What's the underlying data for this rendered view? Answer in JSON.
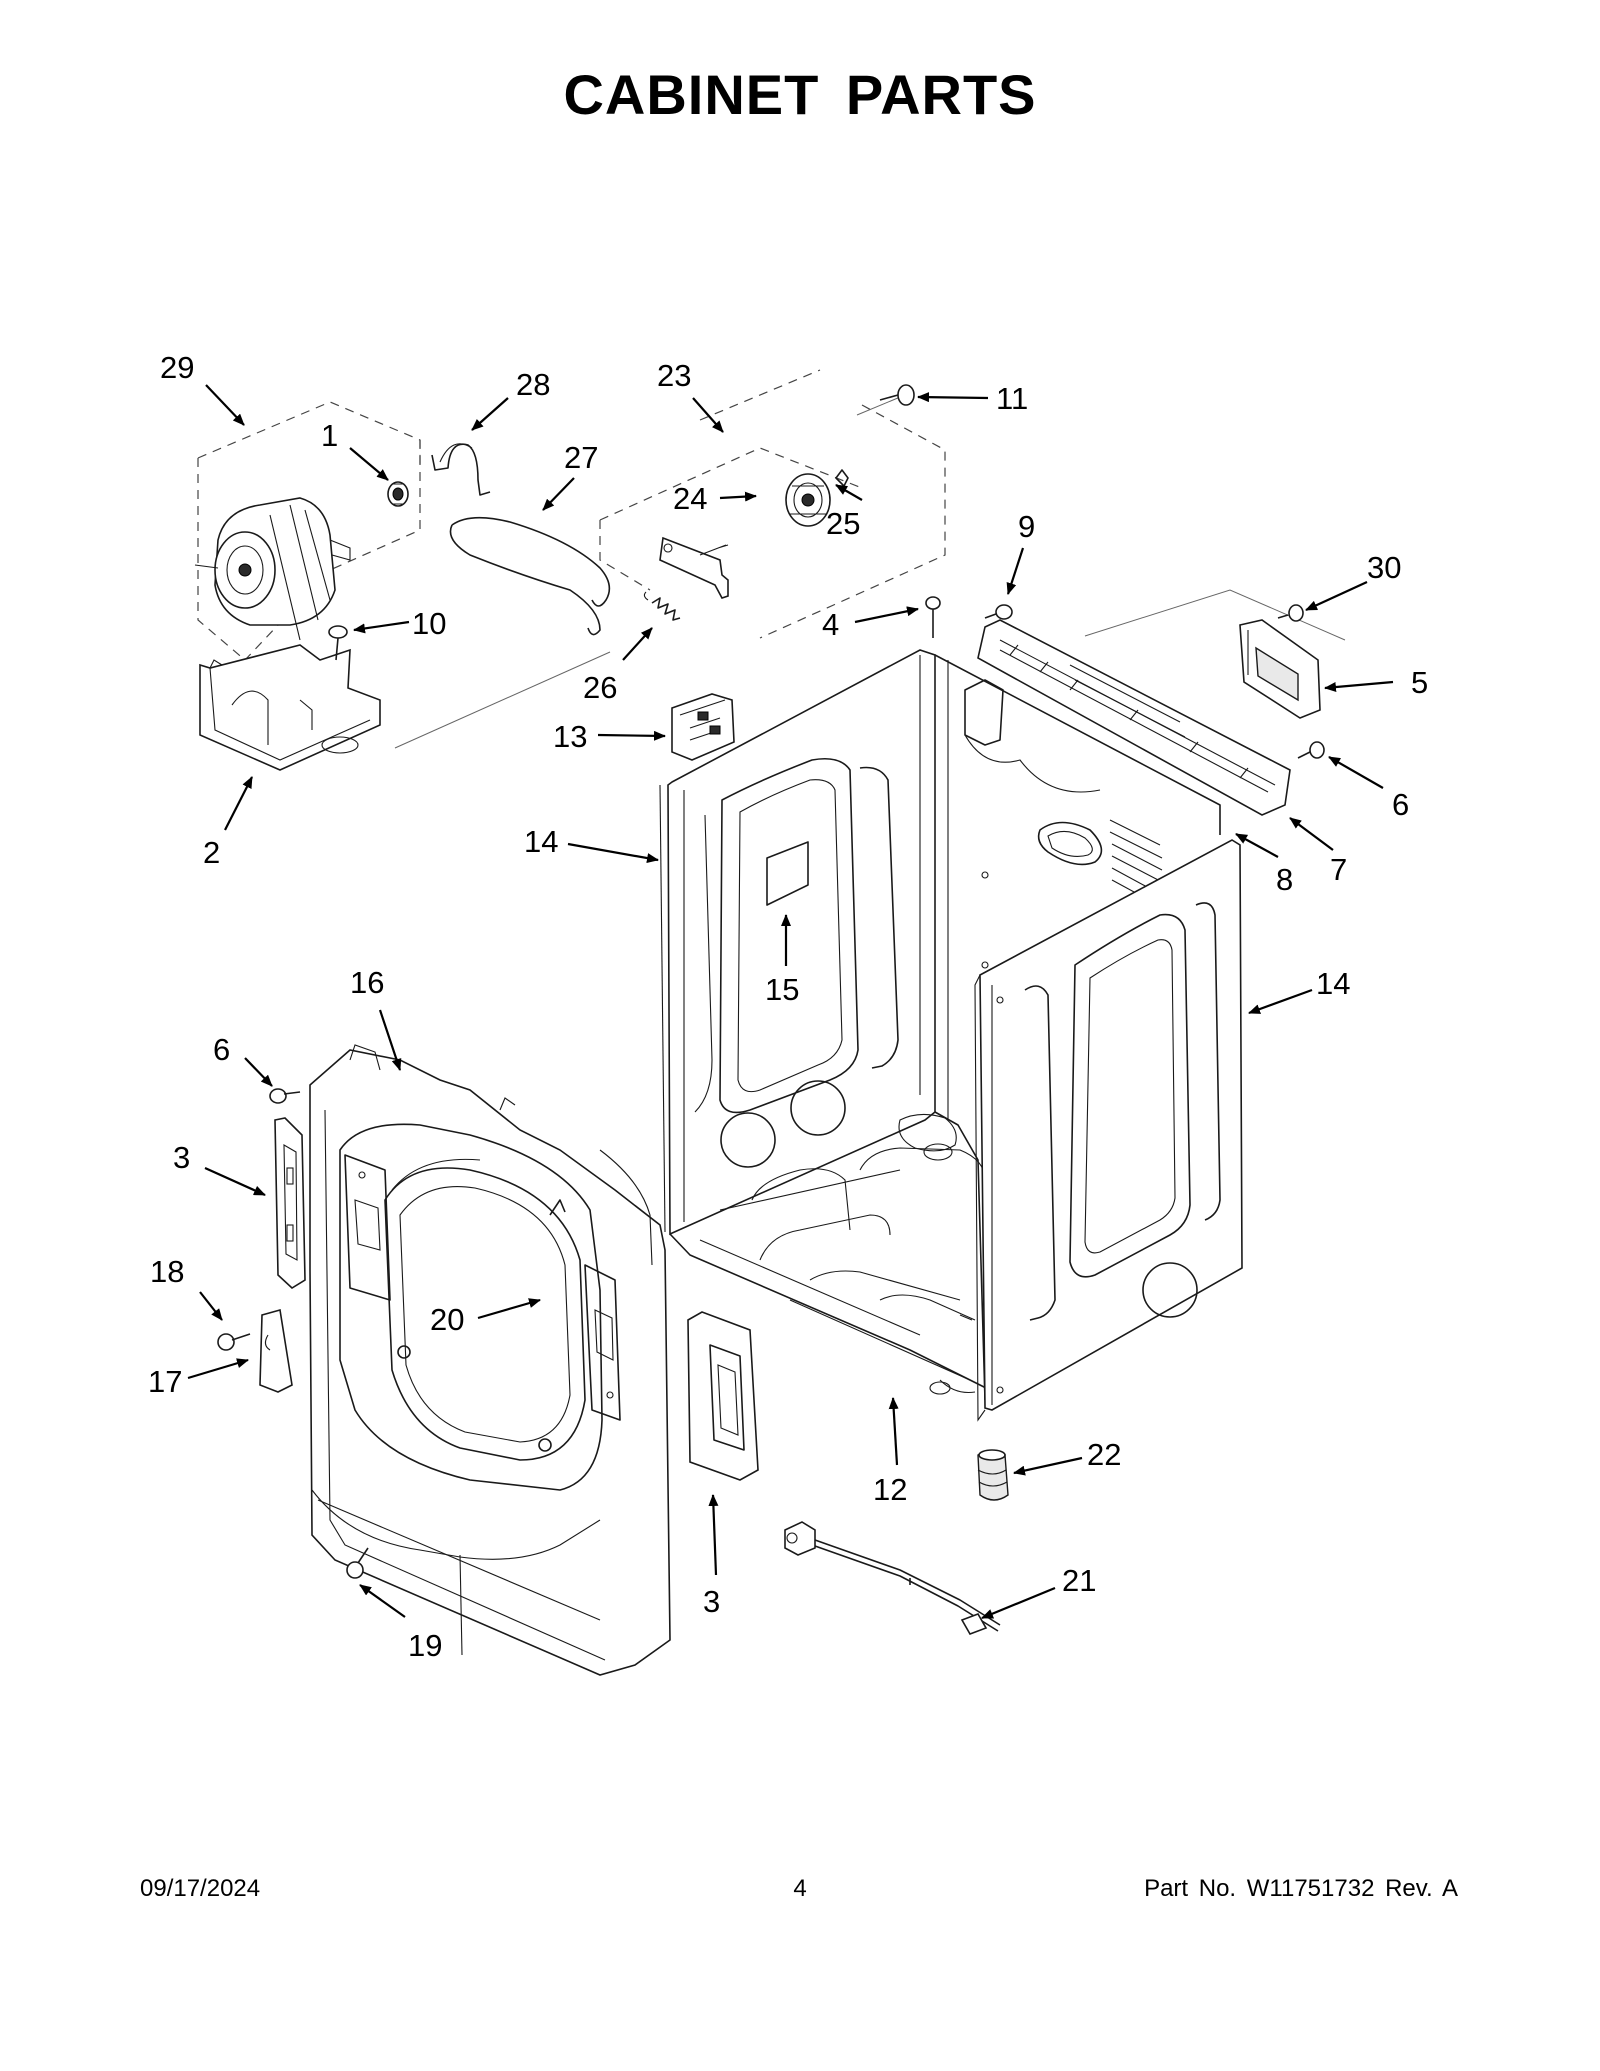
{
  "page": {
    "title": "CABINET PARTS",
    "footer": {
      "date": "09/17/2024",
      "page_number": "4",
      "part_number": "Part No.  W11751732  Rev.  A"
    }
  },
  "callouts": [
    {
      "id": "29",
      "label": "29"
    },
    {
      "id": "28",
      "label": "28"
    },
    {
      "id": "1",
      "label": "1"
    },
    {
      "id": "27",
      "label": "27"
    },
    {
      "id": "23",
      "label": "23"
    },
    {
      "id": "11",
      "label": "11"
    },
    {
      "id": "24",
      "label": "24"
    },
    {
      "id": "25",
      "label": "25"
    },
    {
      "id": "9",
      "label": "9"
    },
    {
      "id": "30",
      "label": "30"
    },
    {
      "id": "10",
      "label": "10"
    },
    {
      "id": "4",
      "label": "4"
    },
    {
      "id": "5",
      "label": "5"
    },
    {
      "id": "26",
      "label": "26"
    },
    {
      "id": "13",
      "label": "13"
    },
    {
      "id": "6a",
      "label": "6"
    },
    {
      "id": "2",
      "label": "2"
    },
    {
      "id": "14a",
      "label": "14"
    },
    {
      "id": "8",
      "label": "8"
    },
    {
      "id": "7",
      "label": "7"
    },
    {
      "id": "15",
      "label": "15"
    },
    {
      "id": "16",
      "label": "16"
    },
    {
      "id": "14b",
      "label": "14"
    },
    {
      "id": "6b",
      "label": "6"
    },
    {
      "id": "3a",
      "label": "3"
    },
    {
      "id": "18",
      "label": "18"
    },
    {
      "id": "20",
      "label": "20"
    },
    {
      "id": "17",
      "label": "17"
    },
    {
      "id": "22",
      "label": "22"
    },
    {
      "id": "12",
      "label": "12"
    },
    {
      "id": "21",
      "label": "21"
    },
    {
      "id": "3b",
      "label": "3"
    },
    {
      "id": "19",
      "label": "19"
    }
  ]
}
